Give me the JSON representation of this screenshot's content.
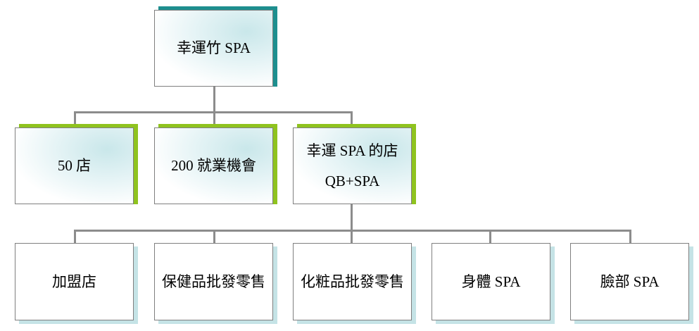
{
  "root": {
    "label": "幸運竹 SPA"
  },
  "level1": [
    {
      "label": "50 店"
    },
    {
      "label": "200 就業機會"
    },
    {
      "label": "幸運 SPA 的店",
      "label2": "QB+SPA"
    }
  ],
  "level2": [
    {
      "label": "加盟店"
    },
    {
      "label": "保健品批發零售"
    },
    {
      "label": "化粧品批發零售"
    },
    {
      "label": "身體 SPA"
    },
    {
      "label": "臉部 SPA"
    }
  ],
  "colors": {
    "root_accent": "#1d8f8f",
    "level1_accent": "#8fc31f",
    "level2_accent": "#c5e3e6",
    "connector": "#8c8c8c"
  }
}
